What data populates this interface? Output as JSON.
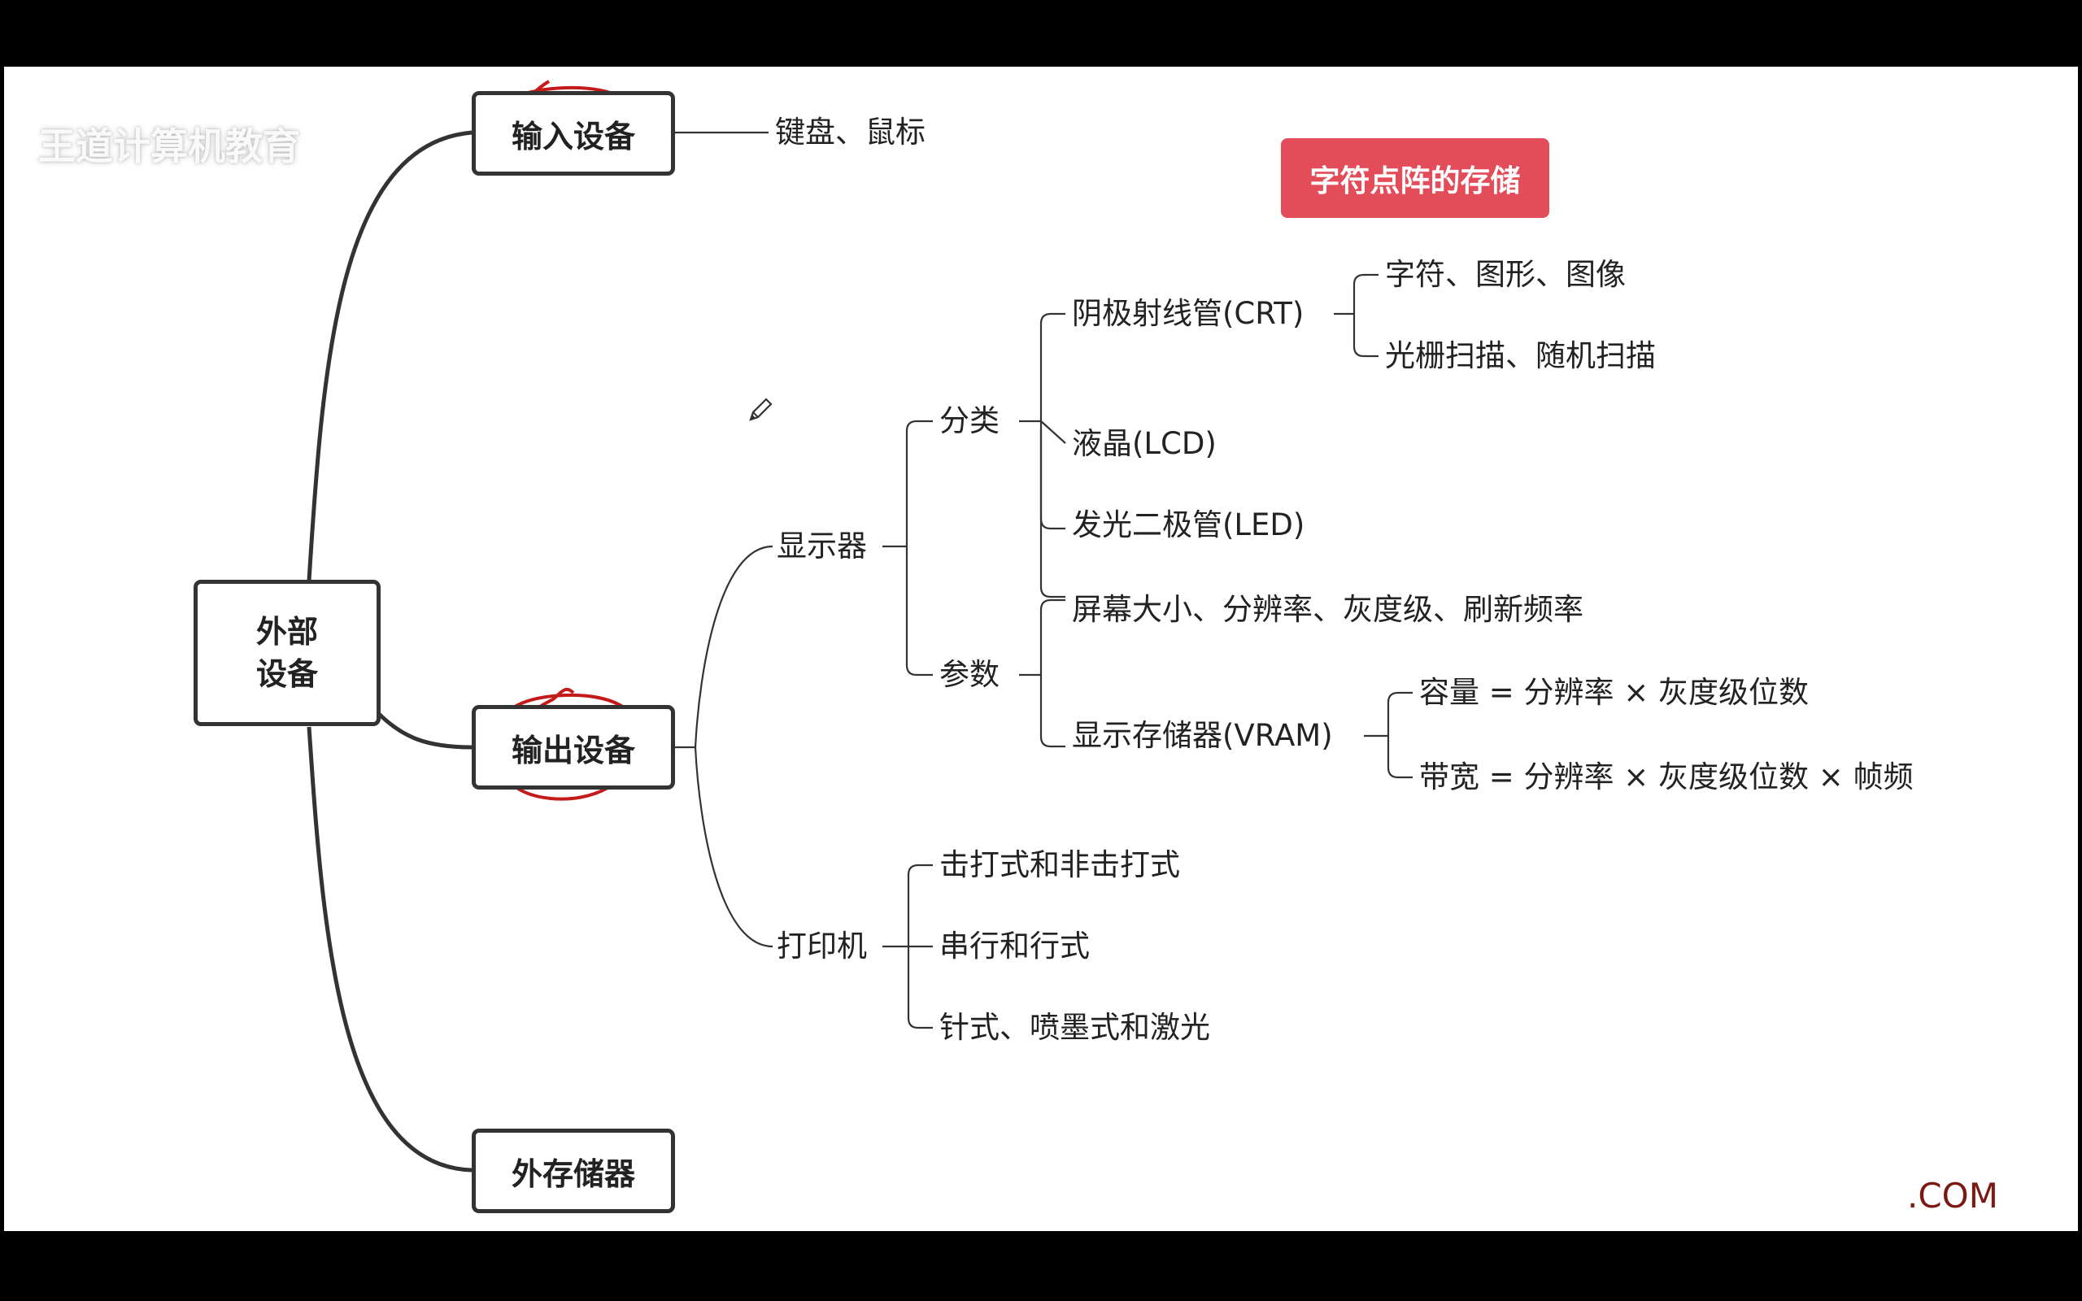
{
  "watermark": "王道计算机教育",
  "root": {
    "label_line1": "外部",
    "label_line2": "设备"
  },
  "level1": {
    "input": "输入设备",
    "output": "输出设备",
    "storage": "外存储器"
  },
  "input_devices": "键盘、鼠标",
  "highlight_tag": "字符点阵的存储",
  "output_tree": {
    "display": "显示器",
    "printer": "打印机",
    "classification": "分类",
    "parameters": "参数",
    "crt": "阴极射线管(CRT)",
    "crt_children": [
      "字符、图形、图像",
      "光栅扫描、随机扫描"
    ],
    "lcd": "液晶(LCD)",
    "led": "发光二极管(LED)",
    "params_list": "屏幕大小、分辨率、灰度级、刷新频率",
    "vram": "显示存储器(VRAM)",
    "vram_children": [
      "容量 = 分辨率 × 灰度级位数",
      "带宽 = 分辨率 × 灰度级位数 × 帧频"
    ],
    "printer_children": [
      "击打式和非击打式",
      "串行和行式",
      "针式、喷墨式和激光"
    ]
  },
  "corner_text": ".COM",
  "annotation_color": "#c41a1a"
}
